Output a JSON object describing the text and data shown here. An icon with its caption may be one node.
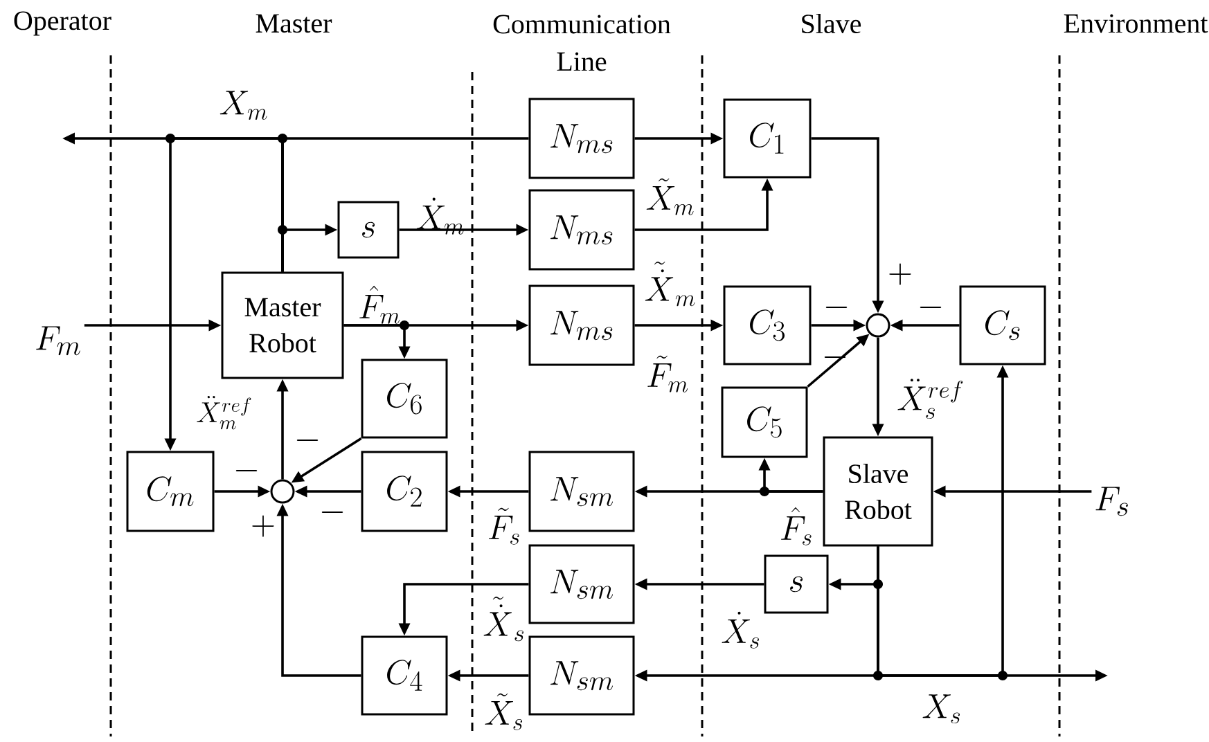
{
  "diagram": {
    "nodes": [
      {
        "text": [
          "F_m"
        ]
      },
      {
        "text": [
          "Master Robot"
        ]
      },
      {
        "text": [
          "s"
        ]
      },
      {
        "text": [
          "C_m"
        ]
      },
      {
        "text": [],
        "shape": "circle"
      },
      {
        "text": [
          "C_6"
        ]
      },
      {
        "text": [
          "C_2"
        ]
      },
      {
        "text": [
          "C_4"
        ]
      },
      {
        "text": [
          "N_{ms}"
        ]
      },
      {
        "text": [
          "N_{ms}"
        ]
      },
      {
        "text": [
          "N_{ms}"
        ]
      },
      {
        "text": [
          "N_{sm}"
        ]
      },
      {
        "text": [
          "N_{sm}"
        ]
      },
      {
        "text": [
          "N_{sm}"
        ]
      },
      {
        "text": [
          "C_1"
        ]
      },
      {
        "text": [
          "C_3"
        ]
      },
      {
        "text": [
          "C_5"
        ]
      },
      {
        "text": [],
        "shape": "circle"
      },
      {
        "text": [
          "Slave Robot"
        ]
      },
      {
        "text": [
          "s"
        ]
      },
      {
        "text": [
          "C_s"
        ]
      },
      {
        "text": [
          "F_s"
        ]
      }
    ],
    "edges": [
      {
        "from": 0,
        "to": 1,
        "arrow": "to"
      },
      {
        "from": 1,
        "to": null,
        "arrow": "to",
        "label": "X_m"
      },
      {
        "from": 1,
        "to": 8,
        "arrow": "none"
      },
      {
        "from": 1,
        "to": 3,
        "arrow": "to"
      },
      {
        "from": 1,
        "to": 2,
        "arrow": "to"
      },
      {
        "from": 2,
        "to": 9,
        "arrow": "to",
        "label": "\\dot{X}_m"
      },
      {
        "from": 1,
        "to": 10,
        "arrow": "to",
        "label": "\\hat{F}_m"
      },
      {
        "from": 1,
        "to": 5,
        "arrow": "to"
      },
      {
        "from": 8,
        "to": 14,
        "arrow": "to",
        "label": "\\tilde{X}_m"
      },
      {
        "from": 9,
        "to": 14,
        "arrow": "to",
        "label": "\\tilde{\\dot{X}}_m"
      },
      {
        "from": 10,
        "to": 15,
        "arrow": "to",
        "label": "\\tilde{F}_m"
      },
      {
        "from": 14,
        "to": 17,
        "arrow": "to",
        "label": "+"
      },
      {
        "from": 15,
        "to": 17,
        "arrow": "to",
        "label": "-"
      },
      {
        "from": 20,
        "to": 17,
        "arrow": "to",
        "label": "-"
      },
      {
        "from": 16,
        "to": 17,
        "arrow": "to",
        "label": "-"
      },
      {
        "from": 17,
        "to": 18,
        "arrow": "to",
        "label": "\\ddot{X}_s^{ref}"
      },
      {
        "from": 21,
        "to": 18,
        "arrow": "to"
      },
      {
        "from": 18,
        "to": 11,
        "arrow": "to",
        "label": "\\hat{F}_s"
      },
      {
        "from": 18,
        "to": 16,
        "arrow": "to"
      },
      {
        "from": 18,
        "to": 19,
        "arrow": "to"
      },
      {
        "from": 19,
        "to": 12,
        "arrow": "to",
        "label": "\\dot{X}_s"
      },
      {
        "from": 18,
        "to": 13,
        "arrow": "to"
      },
      {
        "from": 18,
        "to": null,
        "arrow": "to",
        "label": "X_s"
      },
      {
        "from": 18,
        "to": 20,
        "arrow": "to"
      },
      {
        "from": 11,
        "to": 6,
        "arrow": "to",
        "label": "\\tilde{F}_s"
      },
      {
        "from": 12,
        "to": 7,
        "arrow": "to",
        "label": "\\tilde{\\dot{X}}_s"
      },
      {
        "from": 13,
        "to": 7,
        "arrow": "to",
        "label": "\\tilde{X}_s"
      },
      {
        "from": 3,
        "to": 4,
        "arrow": "to",
        "label": "-"
      },
      {
        "from": 6,
        "to": 4,
        "arrow": "to",
        "label": "-"
      },
      {
        "from": 5,
        "to": 4,
        "arrow": "to",
        "label": "-"
      },
      {
        "from": 7,
        "to": 4,
        "arrow": "to",
        "label": "+"
      },
      {
        "from": 4,
        "to": 1,
        "arrow": "to",
        "label": "\\ddot{X}_m^{ref}"
      }
    ],
    "labels": [
      "Operator",
      "Master",
      "Communication Line",
      "Slave",
      "Environment"
    ]
  }
}
